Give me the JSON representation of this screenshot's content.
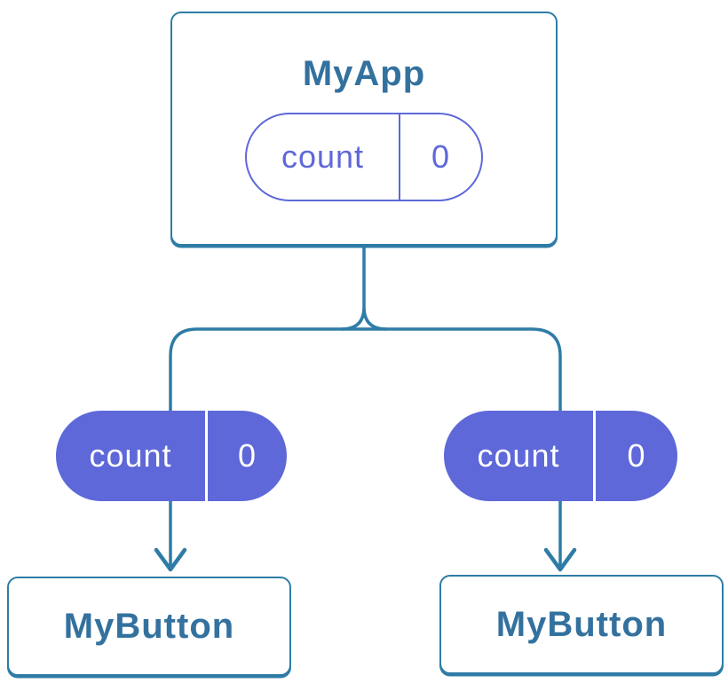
{
  "colors": {
    "stroke": "#2E7CA6",
    "title-text": "#33719E",
    "pill-purple": "#5E68D9",
    "card-bg": "#FFFFFF",
    "canvas-bg": "#FFFFFF"
  },
  "tree": {
    "root": {
      "title": "MyApp",
      "state": {
        "label": "count",
        "value": "0"
      }
    },
    "children": [
      {
        "title": "MyButton",
        "prop": {
          "label": "count",
          "value": "0"
        }
      },
      {
        "title": "MyButton",
        "prop": {
          "label": "count",
          "value": "0"
        }
      }
    ]
  }
}
